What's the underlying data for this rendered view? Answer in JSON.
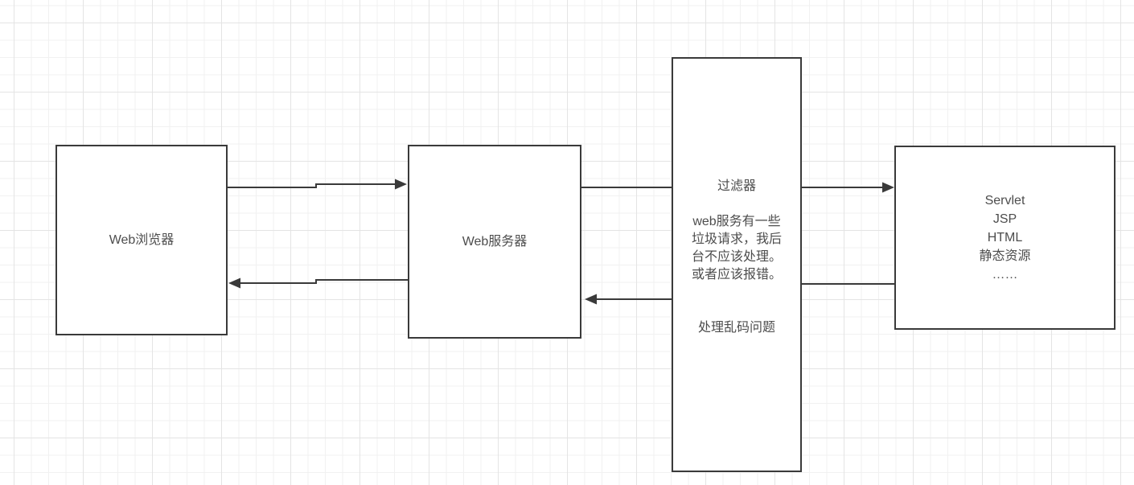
{
  "diagram": {
    "nodes": {
      "browser": {
        "label": "Web浏览器"
      },
      "server": {
        "label": "Web服务器"
      },
      "filter": {
        "text": "过滤器\n\nweb服务有一些\n垃圾请求，我后\n台不应该处理。\n或者应该报错。\n\n\n处理乱码问题"
      },
      "resources": {
        "text": "Servlet\nJSP\nHTML\n静态资源\n……"
      }
    },
    "edges": [
      {
        "from": "browser",
        "to": "server",
        "arrowhead": true
      },
      {
        "from": "server",
        "to": "browser",
        "arrowhead": true
      },
      {
        "from": "server",
        "to": "filter",
        "arrowhead": false
      },
      {
        "from": "filter",
        "to": "resources",
        "arrowhead": true
      },
      {
        "from": "resources",
        "to": "filter",
        "arrowhead": false
      },
      {
        "from": "filter",
        "to": "server",
        "arrowhead": true
      }
    ]
  },
  "theme": {
    "canvas_bg": "#ffffff",
    "grid_minor": "#f1f1f1",
    "grid_major": "#e4e4e4",
    "node_fill": "#ffffff",
    "node_border": "#3a3a3a",
    "edge_color": "#3a3a3a",
    "text_color": "#4d4d4d"
  }
}
